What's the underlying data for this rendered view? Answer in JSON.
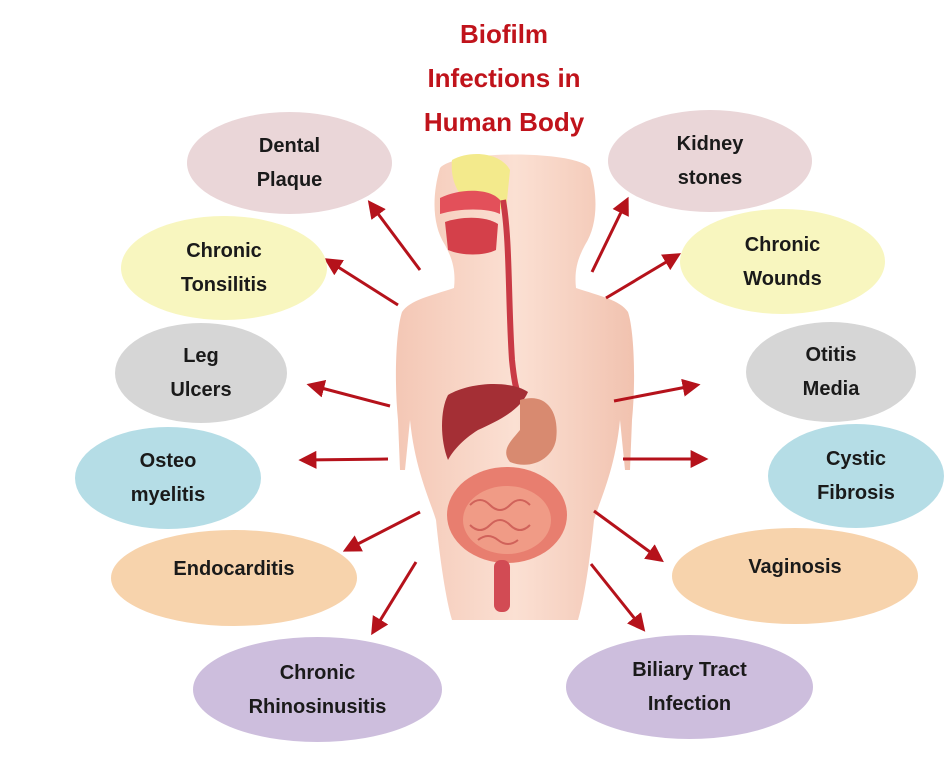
{
  "title": [
    "Biofilm",
    "Infections in",
    "Human Body"
  ],
  "colors": {
    "title": "#c0131b",
    "arrow": "#b5121b",
    "pink": "#ead6d8",
    "yellow": "#f8f6bf",
    "gray": "#d6d6d6",
    "blue": "#b5dde6",
    "peach": "#f7d3ac",
    "lavender": "#cdbedd"
  },
  "infections": {
    "dental_plaque": "Dental\nPlaque",
    "chronic_tonsilitis": "Chronic\nTonsilitis",
    "leg_ulcers": "Leg\nUlcers",
    "osteomyelitis": "Osteo\nmyelitis",
    "endocarditis": "Endocarditis",
    "chronic_rhinosinusitis": "Chronic\nRhinosinusitis",
    "kidney_stones": "Kidney\nstones",
    "chronic_wounds": "Chronic\nWounds",
    "otitis_media": "Otitis\nMedia",
    "cystic_fibrosis": "Cystic\nFibrosis",
    "vaginosis": "Vaginosis",
    "biliary_tract_infection": "Biliary Tract\nInfection"
  }
}
